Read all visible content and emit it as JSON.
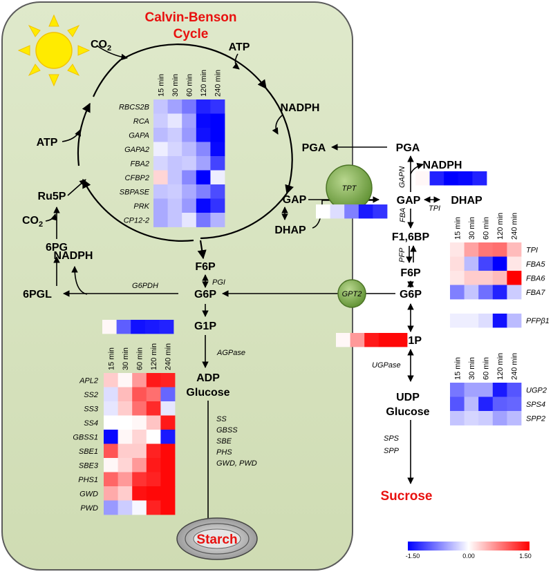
{
  "diagram": {
    "title_line1": "Calvin-Benson",
    "title_line2": "Cycle",
    "sucrose": "Sucrose",
    "starch": "Starch",
    "colors": {
      "chloroplast_fill": "#d7e3c0",
      "chloroplast_stroke": "#5b5b5b",
      "sun": "#ffeb00",
      "transporter": "#6f9d3e",
      "low": "#0000ff",
      "mid": "#ffffff",
      "high": "#ff0000",
      "accent_red": "#e8110f"
    }
  },
  "metabolites": {
    "co2_top": "CO",
    "co2_top_sub": "2",
    "atp_top": "ATP",
    "nadph_cycle": "NADPH",
    "atp_left": "ATP",
    "ru5p": "Ru5P",
    "co2_left": "CO",
    "co2_left_sub": "2",
    "pg6": "6PG",
    "nadph_left": "NADPH",
    "pgl6": "6PGL",
    "f6p_plastid": "F6P",
    "g6p_plastid": "G6P",
    "g1p_plastid": "G1P",
    "adp": "ADP",
    "glucose_adp": "Glucose",
    "gap_plastid": "GAP",
    "dhap_plastid": "DHAP",
    "pga_plastid": "PGA",
    "pga_cyto": "PGA",
    "nadph_cyto": "NADPH",
    "gap_cyto": "GAP",
    "dhap_cyto": "DHAP",
    "f16bp": "F1,6BP",
    "f6p_cyto": "F6P",
    "g6p_cyto": "G6P",
    "g1p_cyto": "G1P",
    "udp": "UDP",
    "glucose_udp": "Glucose"
  },
  "enzymes": {
    "g6pdh": "G6PDH",
    "pgi": "PGI",
    "agpase": "AGPase",
    "starch_enz": [
      "SS",
      "GBSS",
      "SBE",
      "PHS",
      "GWD, PWD"
    ],
    "gapn": "GAPN",
    "tpi": "TPI",
    "fba": "FBA",
    "pfp": "PFP",
    "ugpase": "UGPase",
    "sps": "SPS",
    "spp": "SPP",
    "tpt": "TPT",
    "gpt2": "GPT2"
  },
  "time_labels": [
    "15 min",
    "30 min",
    "60 min",
    "120 min",
    "240 min"
  ],
  "color_scale": {
    "min_label": "-1.50",
    "mid_label": "0.00",
    "max_label": "1.50",
    "min": -1.5,
    "max": 1.5
  },
  "heatmaps": {
    "calvin": {
      "genes": [
        "RBCS2B",
        "RCA",
        "GAPA",
        "GAPA2",
        "FBA2",
        "CFBP2",
        "SBPASE",
        "PRK",
        "CP12-2"
      ],
      "values": [
        [
          -0.35,
          -0.55,
          -0.8,
          -1.3,
          -1.2
        ],
        [
          -0.3,
          -0.15,
          -0.55,
          -1.45,
          -1.5
        ],
        [
          -0.4,
          -0.3,
          -0.6,
          -1.4,
          -1.5
        ],
        [
          -0.1,
          -0.25,
          -0.4,
          -0.7,
          -1.45
        ],
        [
          -0.25,
          -0.35,
          -0.3,
          -0.55,
          -1.1
        ],
        [
          0.25,
          -0.35,
          -0.7,
          -1.5,
          -0.1
        ],
        [
          -0.35,
          -0.3,
          -0.5,
          -0.75,
          -1.05
        ],
        [
          -0.5,
          -0.35,
          -0.6,
          -1.45,
          -1.2
        ],
        [
          -0.5,
          -0.35,
          -0.15,
          -0.8,
          -0.45
        ]
      ]
    },
    "g6pdh": {
      "values": [
        0.05,
        -0.95,
        -1.4,
        -1.35,
        -1.3
      ]
    },
    "gap_plastid": {
      "values": [
        0.0,
        -0.2,
        -0.75,
        -1.35,
        -1.2
      ]
    },
    "gapn": {
      "values": [
        0.05,
        -1.3,
        -1.5,
        -1.45,
        -1.3
      ]
    },
    "gpt2": {
      "values": [
        0.05,
        0.6,
        1.35,
        1.45,
        1.45
      ]
    },
    "glycolysis": {
      "genes": [
        "TPI",
        "FBA5",
        "FBA6",
        "FBA7"
      ],
      "values": [
        [
          0.15,
          0.55,
          0.8,
          0.85,
          0.4
        ],
        [
          0.2,
          -0.4,
          -1.1,
          -1.5,
          0.15
        ],
        [
          0.15,
          0.3,
          0.3,
          0.4,
          1.5
        ],
        [
          -0.75,
          -0.35,
          -0.85,
          -1.3,
          -0.3
        ]
      ]
    },
    "pfp": {
      "gene": "PFPβ1",
      "values": [
        -0.1,
        -0.1,
        -0.2,
        -1.4,
        -0.4
      ]
    },
    "sucrose": {
      "genes": [
        "UGP2",
        "SPS4",
        "SPP2"
      ],
      "values": [
        [
          -0.8,
          -0.55,
          -0.55,
          -1.35,
          -1.0
        ],
        [
          -1.0,
          -0.4,
          -1.3,
          -0.95,
          -0.9
        ],
        [
          -0.35,
          -0.25,
          -0.3,
          -0.55,
          -0.4
        ]
      ]
    },
    "starch": {
      "genes": [
        "APL2",
        "SS2",
        "SS3",
        "SS4",
        "GBSS1",
        "SBE1",
        "SBE3",
        "PHS1",
        "GWD",
        "PWD"
      ],
      "values": [
        [
          0.3,
          0.05,
          0.6,
          1.35,
          1.3
        ],
        [
          -0.2,
          0.4,
          1.0,
          0.85,
          -0.9
        ],
        [
          -0.15,
          0.3,
          0.85,
          1.25,
          -0.15
        ],
        [
          0.0,
          0.0,
          0.05,
          0.35,
          1.35
        ],
        [
          -1.45,
          0.05,
          0.25,
          0.0,
          -1.35
        ],
        [
          1.0,
          0.3,
          0.3,
          1.3,
          1.45
        ],
        [
          0.05,
          0.25,
          0.6,
          1.35,
          1.45
        ],
        [
          0.9,
          0.6,
          1.2,
          1.3,
          1.45
        ],
        [
          0.5,
          0.3,
          1.4,
          1.45,
          1.45
        ],
        [
          -0.6,
          -0.3,
          -0.05,
          1.3,
          1.45
        ]
      ]
    }
  }
}
